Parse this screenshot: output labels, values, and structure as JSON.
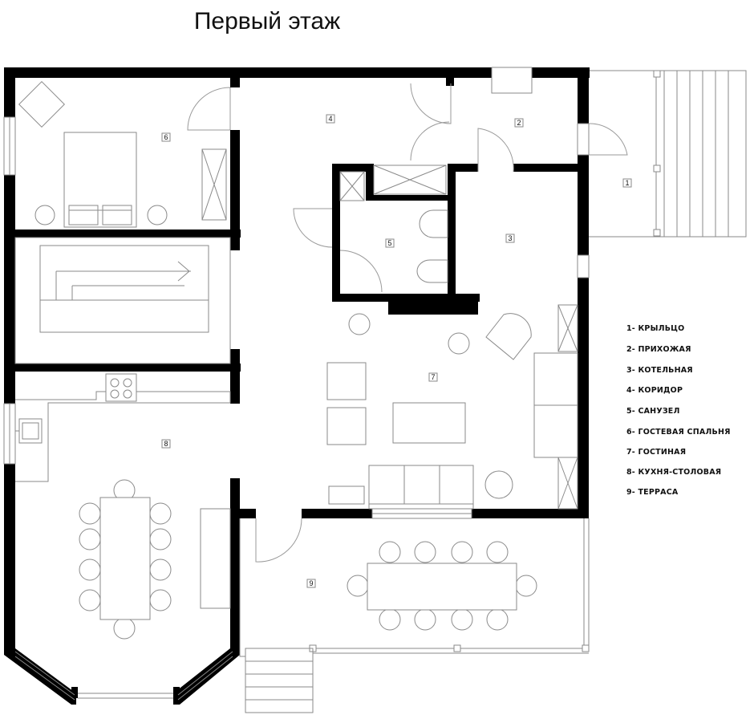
{
  "title": "Первый этаж",
  "rooms": [
    {
      "number": "1",
      "name": "КРЫЛЬЦО"
    },
    {
      "number": "2",
      "name": "ПРИХОЖАЯ"
    },
    {
      "number": "3",
      "name": "КОТЕЛЬНАЯ"
    },
    {
      "number": "4",
      "name": "КОРИДОР"
    },
    {
      "number": "5",
      "name": "САНУЗЕЛ"
    },
    {
      "number": "6",
      "name": "ГОСТЕВАЯ СПАЛЬНЯ"
    },
    {
      "number": "7",
      "name": "ГОСТИНАЯ"
    },
    {
      "number": "8",
      "name": "КУХНЯ-СТОЛОВАЯ"
    },
    {
      "number": "9",
      "name": "ТЕРРАСА"
    }
  ],
  "legend": [
    "1- КРЫЛЬЦО",
    "2- ПРИХОЖАЯ",
    "3- КОТЕЛЬНАЯ",
    "4- КОРИДОР",
    "5- САНУЗЕЛ",
    "6- ГОСТЕВАЯ СПАЛЬНЯ",
    "7- ГОСТИНАЯ",
    "8- КУХНЯ-СТОЛОВАЯ",
    "9- ТЕРРАСА"
  ],
  "colors": {
    "wall": "#000000",
    "line": "#8a8a8a",
    "background": "#ffffff"
  }
}
